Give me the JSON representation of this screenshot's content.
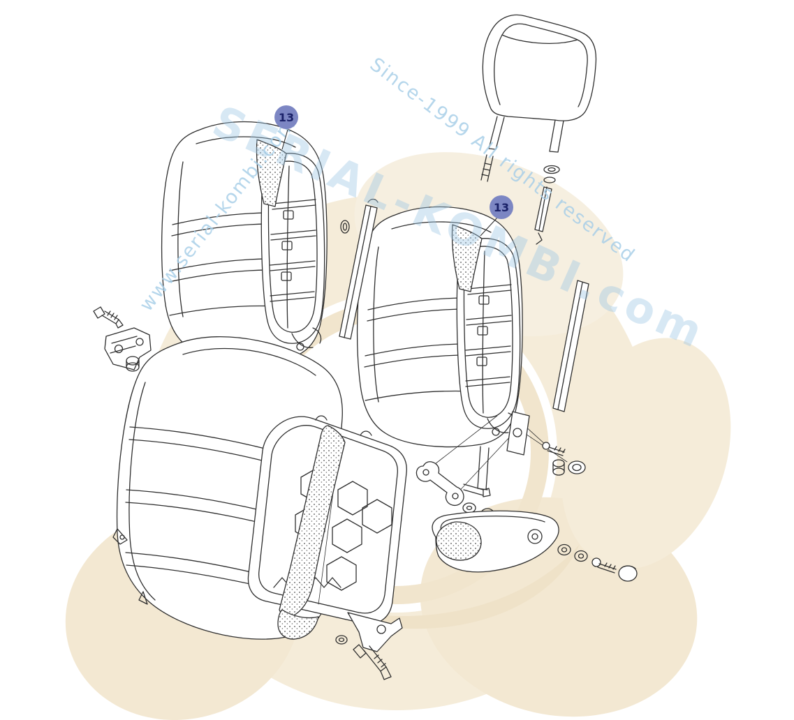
{
  "diagram": {
    "subject": "Exploded parts diagram: seat backrests with internal frames, headrest, trim strips, armrest and mounting hardware",
    "callout_fill": "#7c86c3",
    "callout_text_color": "#1a2168",
    "callouts": [
      {
        "label": "13"
      },
      {
        "label": "13"
      }
    ]
  },
  "watermarks": {
    "url_text": "www.serial-kombi.com",
    "since_text": "Since-1999 All rights reserved",
    "brand_text": "SERIAL-KOMBI.com",
    "text_color": "#a9cfe8",
    "brand_color": "#9cc6e4",
    "logo_color": "#f5ecd9"
  },
  "canvas": {
    "line_color": "#2e2e2e",
    "background": "#ffffff"
  }
}
